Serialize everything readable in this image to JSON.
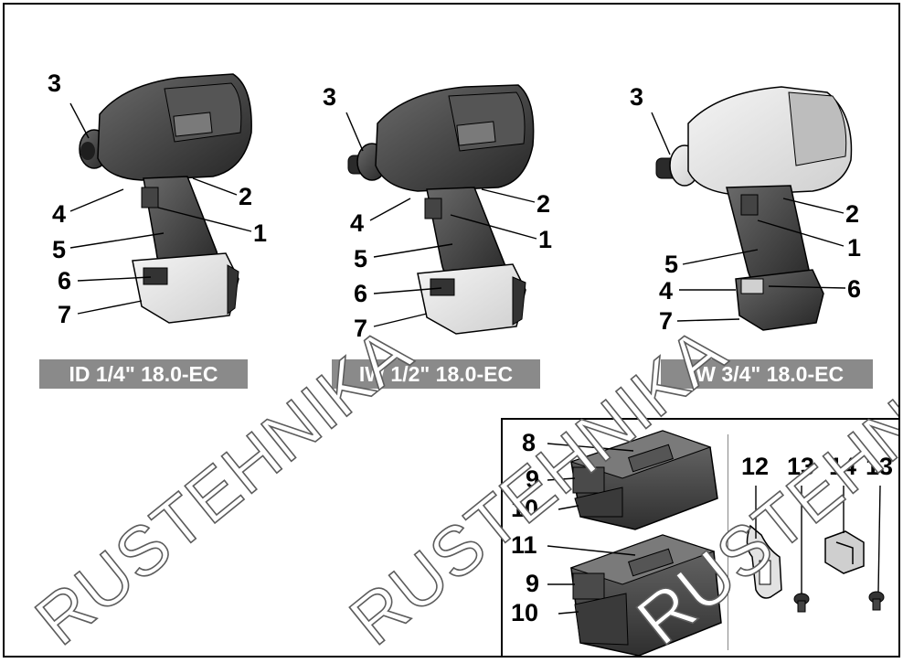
{
  "tools": [
    {
      "caption": "ID 1/4\" 18.0-EC",
      "labels": {
        "l1": "1",
        "l2": "2",
        "l3": "3",
        "l4": "4",
        "l5": "5",
        "l6": "6",
        "l7": "7"
      }
    },
    {
      "caption": "IW 1/2\" 18.0-EC",
      "labels": {
        "l1": "1",
        "l2": "2",
        "l3": "3",
        "l4": "4",
        "l5": "5",
        "l6": "6",
        "l7": "7"
      }
    },
    {
      "caption": "IW 3/4\" 18.0-EC",
      "labels": {
        "l1": "1",
        "l2": "2",
        "l3": "3",
        "l4": "4",
        "l5": "5",
        "l6": "6",
        "l7": "7"
      }
    }
  ],
  "accessories": {
    "battery_small": {
      "l8": "8",
      "l9": "9",
      "l10": "10"
    },
    "battery_large": {
      "l11": "11",
      "l9": "9",
      "l10": "10"
    },
    "clip": {
      "l12": "12",
      "l13": "13"
    },
    "holder": {
      "l14": "14",
      "l13": "13"
    }
  },
  "watermark": "RUSTEHNIKA",
  "colors": {
    "tool_body": "#3c3c3c",
    "tool_light": "#e6e6e6",
    "caption_bg": "#8a8a8a",
    "line": "#000000"
  }
}
